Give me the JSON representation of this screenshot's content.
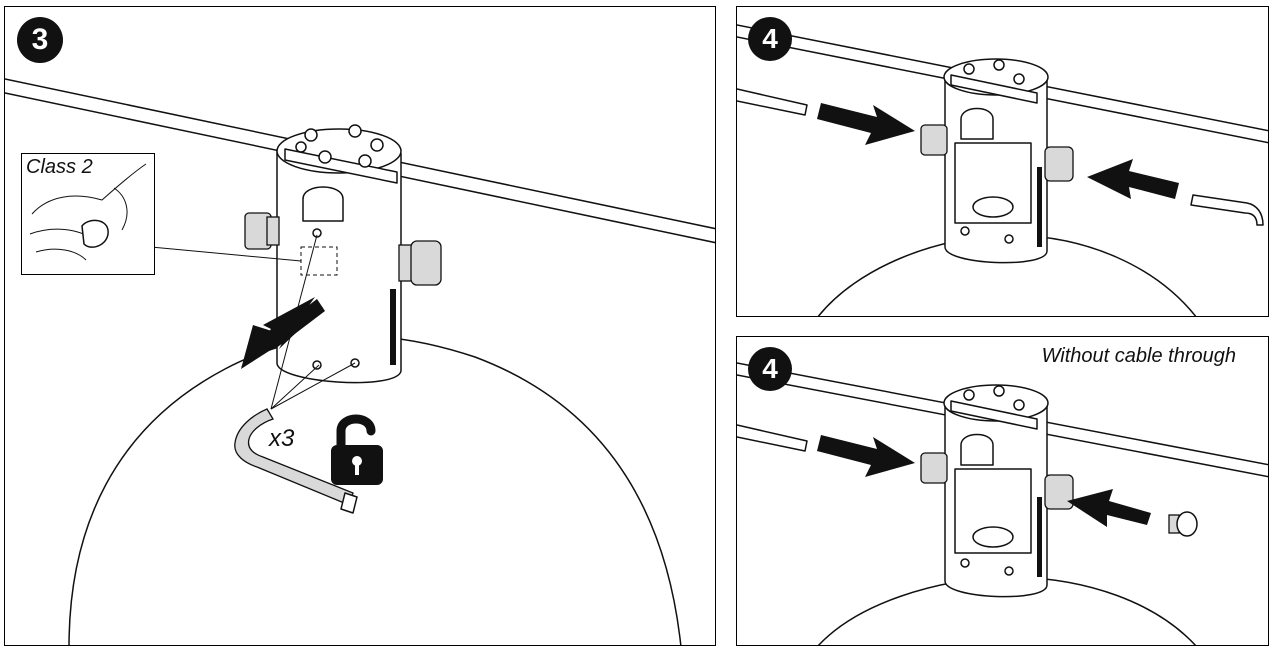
{
  "steps": {
    "step3": {
      "number": "3",
      "callout_label": "Class 2",
      "quantity": "x3"
    },
    "step4a": {
      "number": "4"
    },
    "step4b": {
      "number": "4",
      "caption": "Without cable through"
    }
  },
  "icons": [
    "unlock-padlock-icon",
    "hex-key-icon",
    "push-arrow-icon"
  ]
}
